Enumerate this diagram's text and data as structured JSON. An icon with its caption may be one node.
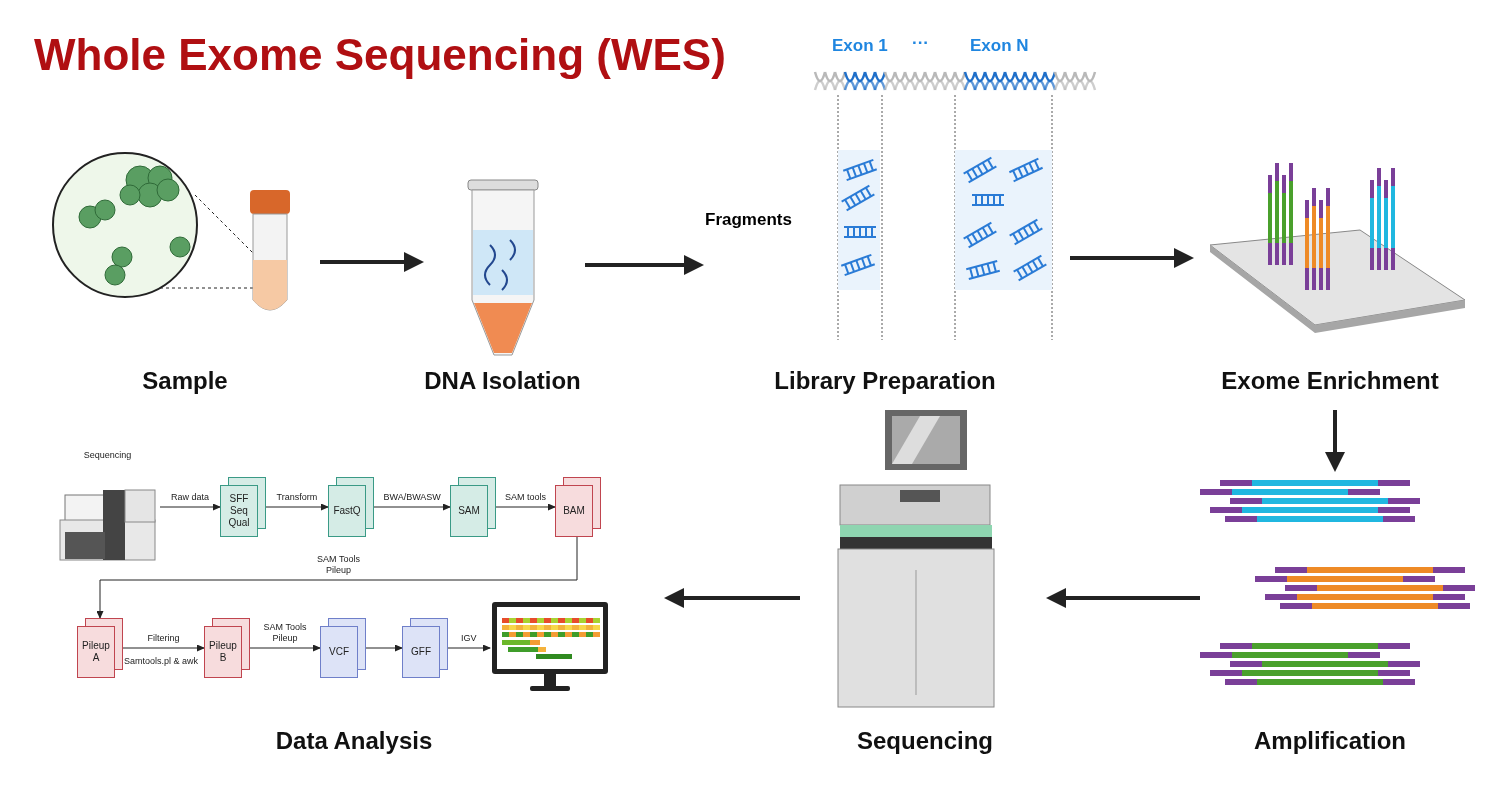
{
  "diagram": {
    "title": "Whole Exome Sequencing (WES)",
    "nodes": [
      {
        "text": [
          "Sample"
        ]
      },
      {
        "text": [
          "DNA Isolation"
        ]
      },
      {
        "text": [
          "Library Preparation"
        ],
        "beside": [
          "Fragments"
        ]
      },
      {
        "text": [
          "Exome Enrichment"
        ]
      },
      {
        "text": [
          "Amplification"
        ]
      },
      {
        "text": [
          "Sequencing"
        ]
      },
      {
        "text": [
          "Data Analysis"
        ]
      },
      {
        "text": [
          "Sequencing"
        ],
        "in": 6
      },
      {
        "text": [
          "SFF Seq Qual"
        ],
        "in": 6
      },
      {
        "text": [
          "FastQ"
        ],
        "in": 6
      },
      {
        "text": [
          "SAM"
        ],
        "in": 6
      },
      {
        "text": [
          "BAM"
        ],
        "in": 6
      },
      {
        "text": [
          "Pileup A"
        ],
        "in": 6
      },
      {
        "text": [
          "Pileup B"
        ],
        "in": 6
      },
      {
        "text": [
          "VCF"
        ],
        "in": 6
      },
      {
        "text": [
          "GFF"
        ],
        "in": 6
      },
      {
        "text": [],
        "shape": "picture",
        "in": 6
      }
    ],
    "edges": [
      {
        "from": 0,
        "to": 1,
        "arrow": "to",
        "style": "thick"
      },
      {
        "from": 1,
        "to": 2,
        "arrow": "to",
        "style": "thick"
      },
      {
        "from": 2,
        "to": 3,
        "arrow": "to",
        "style": "thick"
      },
      {
        "from": 3,
        "to": 4,
        "arrow": "to",
        "style": "thick"
      },
      {
        "from": 4,
        "to": 5,
        "arrow": "to",
        "style": "thick"
      },
      {
        "from": 5,
        "to": 6,
        "arrow": "to",
        "style": "thick"
      },
      {
        "from": 7,
        "to": 8,
        "arrow": "to",
        "label": "Raw data"
      },
      {
        "from": 8,
        "to": 9,
        "arrow": "to",
        "label": "Transform"
      },
      {
        "from": 9,
        "to": 10,
        "arrow": "to",
        "label": "BWA/BWASW"
      },
      {
        "from": 10,
        "to": 11,
        "arrow": "to",
        "label": "SAM tools"
      },
      {
        "from": 11,
        "to": 12,
        "arrow": "to",
        "label": "SAM Tools Pileup"
      },
      {
        "from": 12,
        "to": 13,
        "arrow": "to",
        "label": "Filtering"
      },
      {
        "from": 13,
        "to": 14,
        "arrow": "to",
        "label": "SAM Tools Pileup"
      },
      {
        "from": 14,
        "to": 15,
        "arrow": "to"
      },
      {
        "from": 15,
        "to": 16,
        "arrow": "to",
        "label": "IGV"
      }
    ],
    "labels": [
      "Exon 1",
      "···",
      "Exon N",
      "Samtools.pl & awk"
    ]
  }
}
